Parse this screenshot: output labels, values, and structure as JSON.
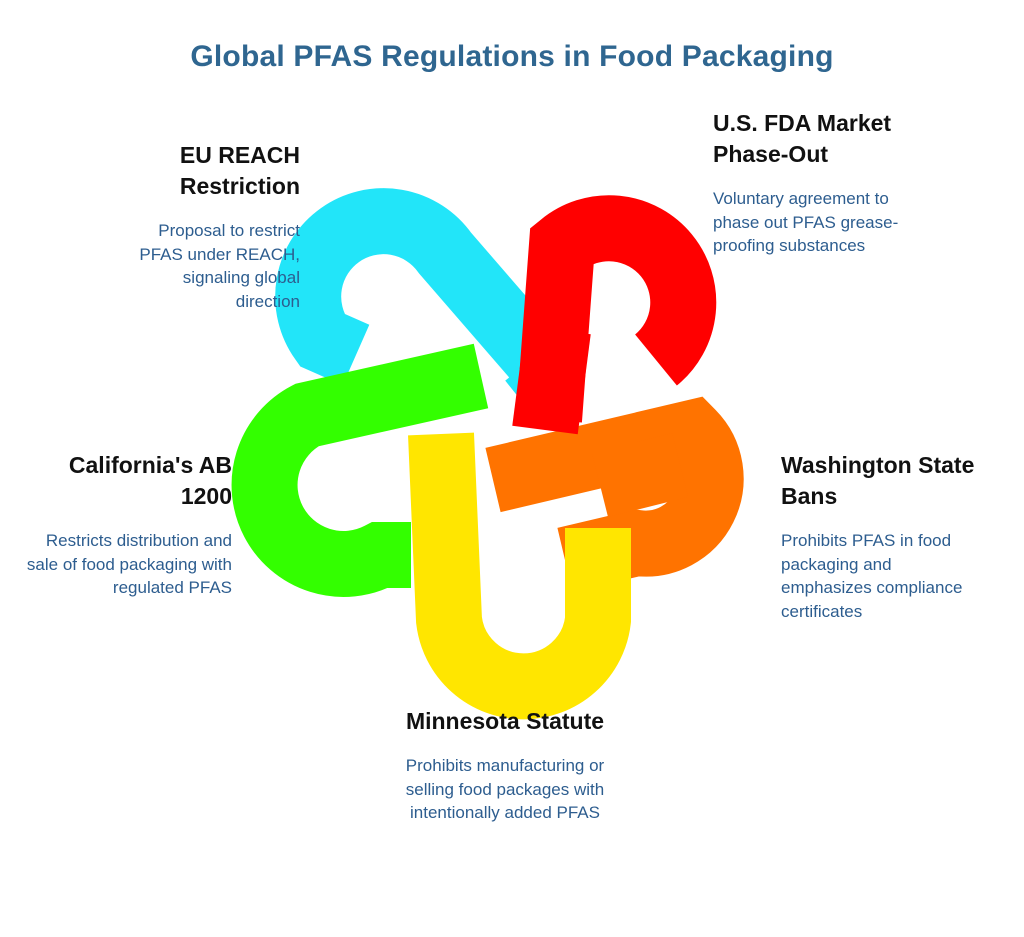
{
  "title": "Global PFAS Regulations in Food Packaging",
  "colors": {
    "title": "#2f6690",
    "eu": "#22e5f9",
    "fda": "#ff0000",
    "washington": "#ff7300",
    "minnesota": "#ffe600",
    "california": "#33ff00",
    "description": "#2d5d8f"
  },
  "items": {
    "eu": {
      "heading": "EU REACH Restriction",
      "description": "Proposal to restrict PFAS under REACH, signaling global direction"
    },
    "fda": {
      "heading": "U.S. FDA Market Phase-Out",
      "description": "Voluntary agreement to phase out PFAS grease-proofing substances"
    },
    "california": {
      "heading": "California's AB 1200",
      "description": "Restricts distribution and sale of food packaging with regulated PFAS"
    },
    "washington": {
      "heading": "Washington State Bans",
      "description": "Prohibits PFAS in food packaging and emphasizes compliance certificates"
    },
    "minnesota": {
      "heading": "Minnesota Statute",
      "description": "Prohibits manufacturing or selling food packages with intentionally added PFAS"
    }
  }
}
